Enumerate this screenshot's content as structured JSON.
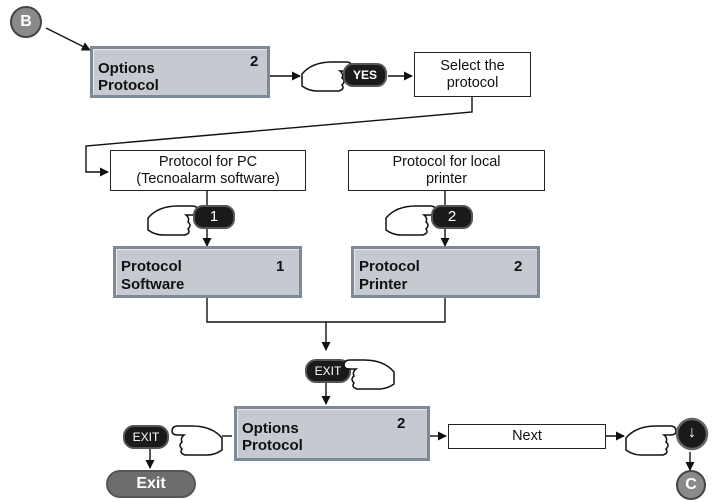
{
  "connectors": {
    "start": "B",
    "end": "C"
  },
  "options_display": {
    "line1": "Options",
    "number": "2",
    "line2": "Protocol"
  },
  "select_box": {
    "line1": "Select the",
    "line2": "protocol"
  },
  "pc_box": {
    "line1": "Protocol for PC",
    "line2": "(Tecnoalarm software)"
  },
  "printer_box": {
    "line1": "Protocol for local",
    "line2": "printer"
  },
  "software_display": {
    "line1": "Protocol",
    "number": "1",
    "line2": "Software"
  },
  "printer_display": {
    "line1": "Protocol",
    "number": "2",
    "line2": "Printer"
  },
  "bottom_display": {
    "line1": "Options",
    "number": "2",
    "line2": "Protocol"
  },
  "next_box": {
    "label": "Next"
  },
  "keys": {
    "yes": "YES",
    "one": "1",
    "two": "2",
    "exit": "EXIT",
    "exit_left": "EXIT",
    "down": "↓"
  },
  "exit_button": {
    "label": "Exit"
  },
  "colors": {
    "lcd_fill": "#c5c9d0",
    "lcd_border": "#7e8a98",
    "key_fill": "#1a1a1a",
    "exit_fill": "#6d6d6d"
  }
}
